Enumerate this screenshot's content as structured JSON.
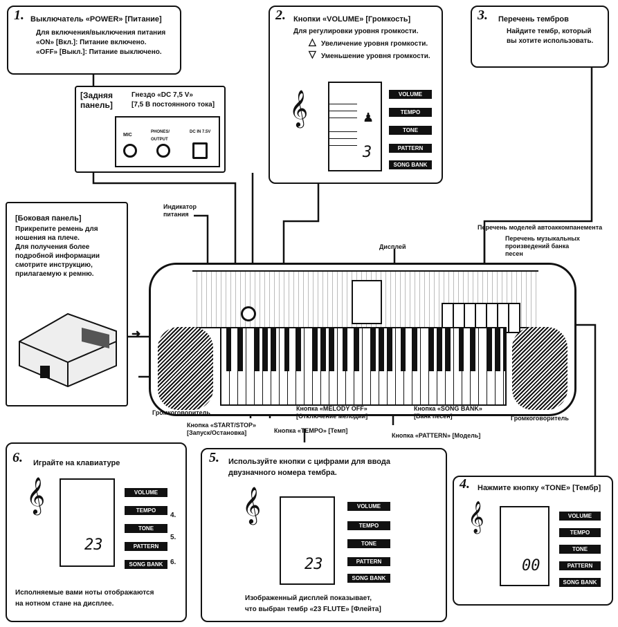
{
  "step1": {
    "num": "1.",
    "title": "Выключатель «POWER» [Питание]",
    "line1": "Для включения/выключения питания",
    "line2": "«ON» [Вкл.]: Питание включено.",
    "line3": "«OFF» [Выкл.]: Питание выключено."
  },
  "step2": {
    "num": "2.",
    "title": "Кнопки «VOLUME» [Громкость]",
    "line1": "Для регулировки уровня громкости.",
    "up": "Увеличение уровня громкости.",
    "down": "Уменьшение уровня громкости.",
    "digits": "3"
  },
  "step3": {
    "num": "3.",
    "title": "Перечень тембров",
    "line1": "Найдите тембр, который",
    "line2": "вы хотите использовать."
  },
  "rear": {
    "title1": "[Задняя",
    "title2": "панель]",
    "jack_title": "Гнездо «DC 7,5 V»",
    "jack_sub": "[7,5 В постоянного тока]",
    "mic": "MIC",
    "phones": "PHONES/ OUTPUT",
    "dc": "DC IN 7.5V"
  },
  "side": {
    "title": "[Боковая панель]",
    "l1": "Прикрепите ремень для",
    "l2": "ношения на плече.",
    "l3": "Для получения более",
    "l4": "подробной информации",
    "l5": "смотрите инструкцию,",
    "l6": "прилагаемую к ремню."
  },
  "callouts": {
    "power_ind": "Индикатор питания",
    "display": "Дисплей",
    "accomp": "Перечень моделей автоаккомпанемента",
    "songbank": "Перечень музыкальных произведений банка песен",
    "speaker_l": "Громкоговоритель",
    "speaker_r": "Громкоговоритель",
    "startstop": "Кнопка «START/STOP» [Запуск/Остановка]",
    "melody": "Кнопка «MELODY OFF» [Отключение мелодии]",
    "tempo": "Кнопка «TEMPO» [Темп]",
    "songbtn": "Кнопка «SONG BANK» [Банк песен]",
    "pattern": "Кнопка «PATTERN» [Модель]"
  },
  "buttons": [
    "VOLUME",
    "TEMPO",
    "TONE",
    "PATTERN",
    "SONG BANK"
  ],
  "step6": {
    "num": "6.",
    "title": "Играйте на клавиатуре",
    "l1": "Исполняемые вами ноты отображаются",
    "l2": "на нотном стане на дисплее.",
    "marks": [
      "4.",
      "5.",
      "6."
    ],
    "digits": "23"
  },
  "step5": {
    "num": "5.",
    "title1": "Используйте кнопки с цифрами для ввода",
    "title2": "двузначного номера тембра.",
    "l1": "Изображенный дисплей показывает,",
    "l2": "что выбран тембр «23 FLUTE» [Флейта]",
    "digits": "23"
  },
  "step4": {
    "num": "4.",
    "title": "Нажмите кнопку «TONE» [Тембр]",
    "digits": "00"
  }
}
